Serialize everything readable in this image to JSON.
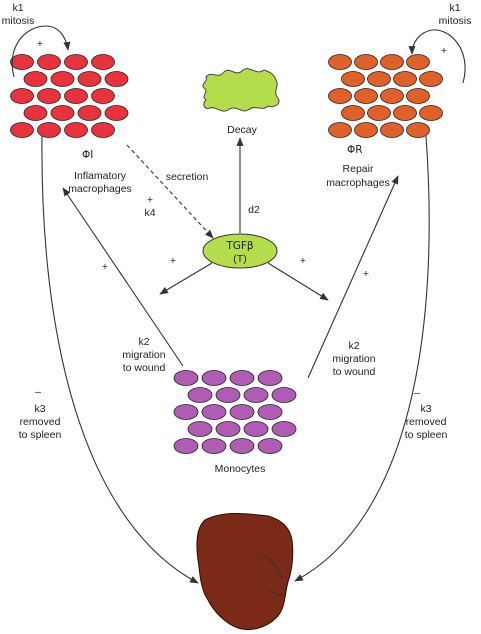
{
  "inflammatory": {
    "mitosis_rate": "k1",
    "mitosis_label": "mitosis",
    "mitosis_sign": "+",
    "symbol": "ΦI",
    "name_line1": "Inflamatory",
    "name_line2": "macrophages",
    "removal_sign": "–",
    "removal_rate": "k3",
    "removal_line1": "removed",
    "removal_line2": "to spleen",
    "color": "#e8323c"
  },
  "repair": {
    "mitosis_rate": "k1",
    "mitosis_label": "mitosis",
    "mitosis_sign": "+",
    "symbol": "ΦR",
    "name_line1": "Repair",
    "name_line2": "macrophages",
    "removal_sign": "–",
    "removal_rate": "k3",
    "removal_line1": "removed",
    "removal_line2": "to spleen",
    "color": "#e0602a"
  },
  "decay": {
    "label": "Decay",
    "rate": "d2",
    "color": "#b5dc4a"
  },
  "secretion": {
    "label": "secretion",
    "sign": "+",
    "rate": "k4"
  },
  "tgf": {
    "line1": "TGFβ",
    "line2": "(T)",
    "color": "#b5dc4a"
  },
  "tgf_effects": {
    "left_sign": "+",
    "right_sign": "+"
  },
  "migration_left": {
    "sign": "+",
    "rate": "k2",
    "line1": "migration",
    "line2": "to wound"
  },
  "migration_right": {
    "sign": "+",
    "rate": "k2",
    "line1": "migration",
    "line2": "to wound"
  },
  "monocytes": {
    "label": "Monocytes",
    "color": "#b05cb4"
  },
  "spleen": {
    "color": "#7a2a16"
  }
}
